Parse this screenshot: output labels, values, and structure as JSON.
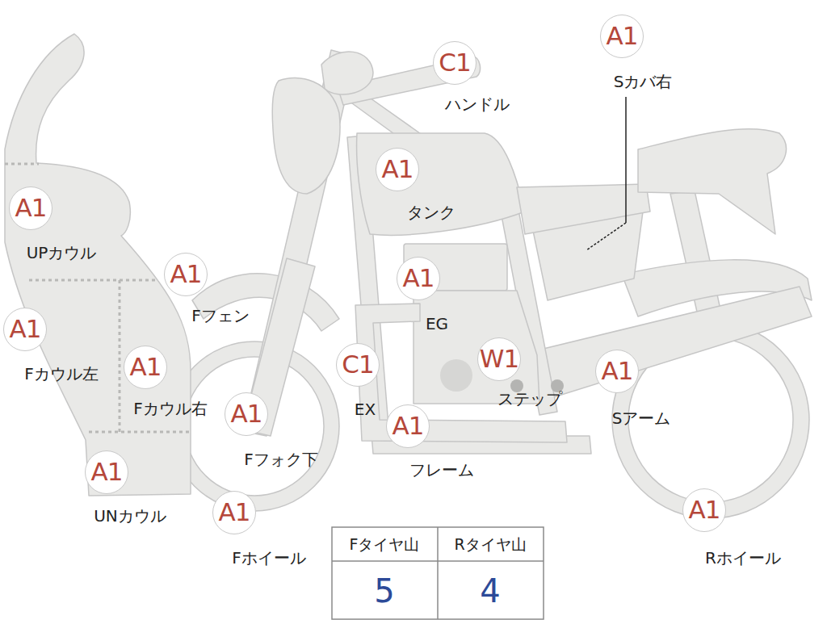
{
  "diagram": {
    "nodes": [
      {
        "text": [
          "C1",
          "ハンドル"
        ]
      },
      {
        "text": [
          "A1",
          "Sカバ右"
        ]
      },
      {
        "text": [
          "A1",
          "タンク"
        ]
      },
      {
        "text": [
          "A1",
          "UPカウル"
        ]
      },
      {
        "text": [
          "A1",
          "Fフェン"
        ]
      },
      {
        "text": [
          "A1",
          "EG"
        ]
      },
      {
        "text": [
          "A1",
          "Fカウル左"
        ]
      },
      {
        "text": [
          "C1",
          "EX"
        ]
      },
      {
        "text": [
          "W1",
          "ステップ"
        ]
      },
      {
        "text": [
          "A1",
          "Fカウル右"
        ]
      },
      {
        "text": [
          "A1",
          "Sアーム"
        ]
      },
      {
        "text": [
          "A1",
          "Fフォク下"
        ]
      },
      {
        "text": [
          "A1",
          "フレーム"
        ]
      },
      {
        "text": [
          "A1",
          "UNカウル"
        ]
      },
      {
        "text": [
          "A1",
          "Fホイール"
        ]
      },
      {
        "text": [
          "A1",
          "Rホイール"
        ]
      }
    ],
    "labels": [
      "Fタイヤ山",
      "Rタイヤ山",
      "5",
      "4"
    ]
  }
}
